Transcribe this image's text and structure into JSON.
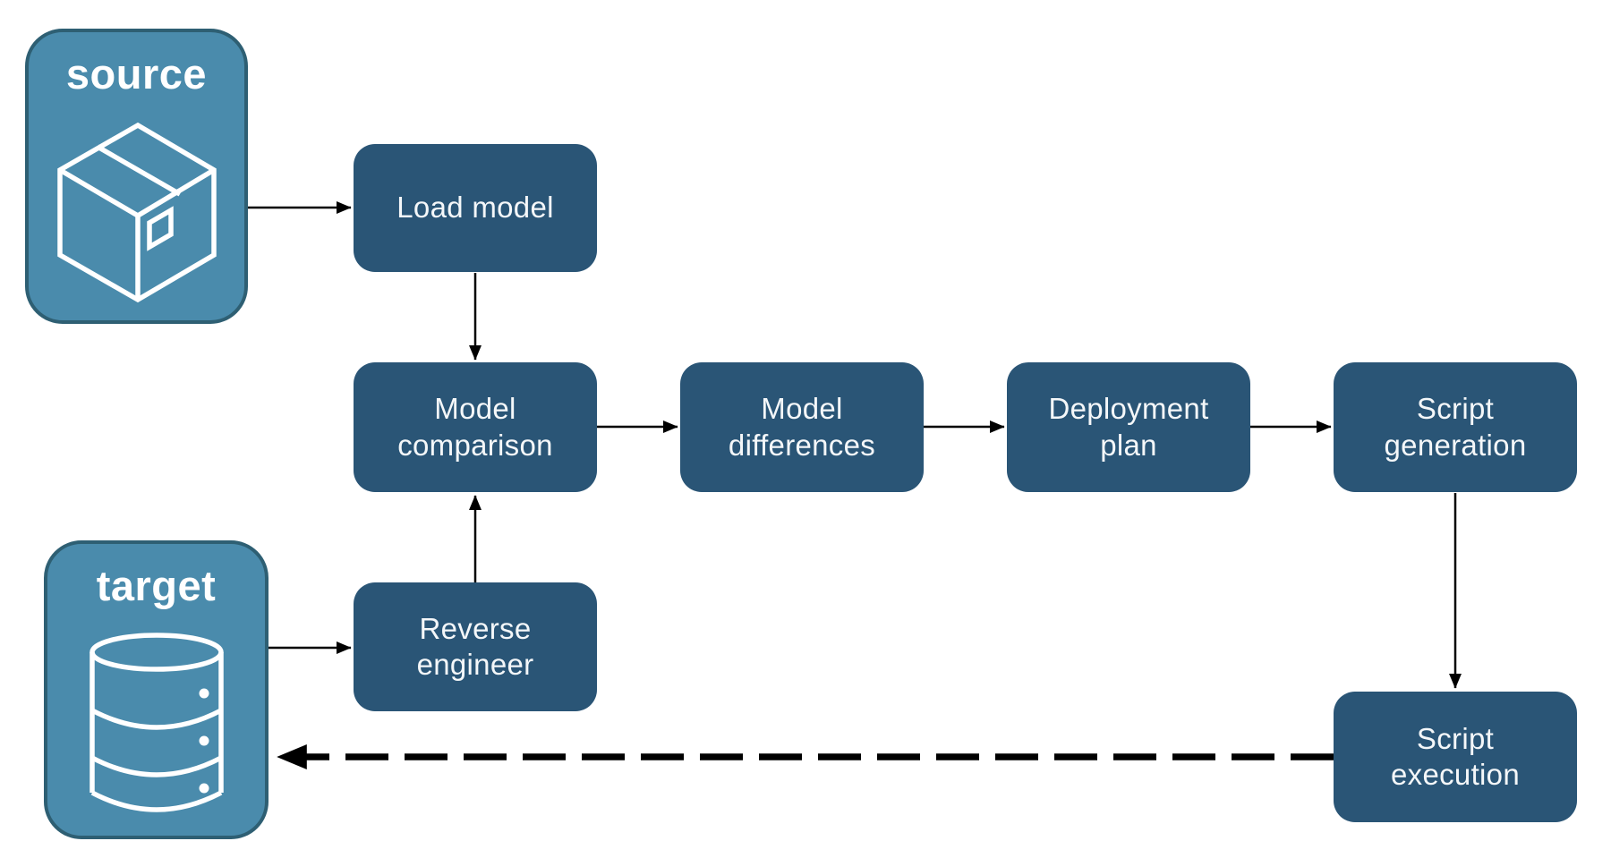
{
  "diagram": {
    "containers": {
      "source": {
        "label": "source",
        "icon": "package-icon"
      },
      "target": {
        "label": "target",
        "icon": "database-icon"
      }
    },
    "nodes": {
      "load_model": {
        "label": "Load model"
      },
      "model_comparison": {
        "label": "Model\ncomparison"
      },
      "model_differences": {
        "label": "Model\ndifferences"
      },
      "deployment_plan": {
        "label": "Deployment\nplan"
      },
      "script_generation": {
        "label": "Script\ngeneration"
      },
      "reverse_engineer": {
        "label": "Reverse\nengineer"
      },
      "script_execution": {
        "label": "Script\nexecution"
      }
    },
    "connections": [
      {
        "from": "source",
        "to": "load_model",
        "style": "solid"
      },
      {
        "from": "load_model",
        "to": "model_comparison",
        "style": "solid"
      },
      {
        "from": "model_comparison",
        "to": "model_differences",
        "style": "solid"
      },
      {
        "from": "model_differences",
        "to": "deployment_plan",
        "style": "solid"
      },
      {
        "from": "deployment_plan",
        "to": "script_generation",
        "style": "solid"
      },
      {
        "from": "script_generation",
        "to": "script_execution",
        "style": "solid"
      },
      {
        "from": "target",
        "to": "reverse_engineer",
        "style": "solid"
      },
      {
        "from": "reverse_engineer",
        "to": "model_comparison",
        "style": "solid"
      },
      {
        "from": "script_execution",
        "to": "target",
        "style": "dashed"
      }
    ],
    "colors": {
      "node_fill": "#2A5576",
      "node_text": "#F4F7F9",
      "container_fill": "#4A8BAC",
      "container_border": "#2E5F73",
      "container_text": "#FFFFFF",
      "arrow": "#000000"
    }
  }
}
